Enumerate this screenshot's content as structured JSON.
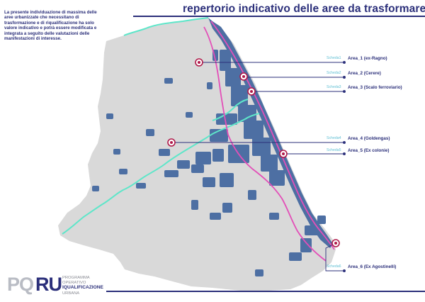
{
  "title": "repertorio indicativo delle aree da trasformare",
  "intro": "La presente individuazione di massima delle aree urbanizzate che necessitano di trasformazione e di riqualificazione ha solo valore indicativo e potrà essere modificata e integrata a seguito delle valutazioni delle manifestazioni di interesse.",
  "colors": {
    "land": "#d9d9d9",
    "urban": "#4d6fa3",
    "river": "#5ee6c9",
    "road": "#e34fb8",
    "title": "#2b2f7a",
    "scheda": "#5fbfd3",
    "marker": "#b01a4a"
  },
  "areas": [
    {
      "scheda": "Scheda1",
      "label": "Area_1 (ex-Ragno)"
    },
    {
      "scheda": "Scheda2",
      "label": "Area_2 (Cerere)"
    },
    {
      "scheda": "Scheda3",
      "label": "Area_3 (Scalo ferroviario)"
    },
    {
      "scheda": "Scheda4",
      "label": "Area_4 (Goldengas)"
    },
    {
      "scheda": "Scheda5",
      "label": "Area_5 (Ex colonie)"
    },
    {
      "scheda": "Scheda6",
      "label": "Area_6 (Ex Agostinelli)"
    }
  ],
  "logo": {
    "mark_left": "PQ",
    "mark_right": "RU",
    "line1": "PROGRAMMA",
    "line2": "OPERATIVO",
    "line3": "IQUALIFICAZIONE",
    "line4": "URBANA"
  }
}
